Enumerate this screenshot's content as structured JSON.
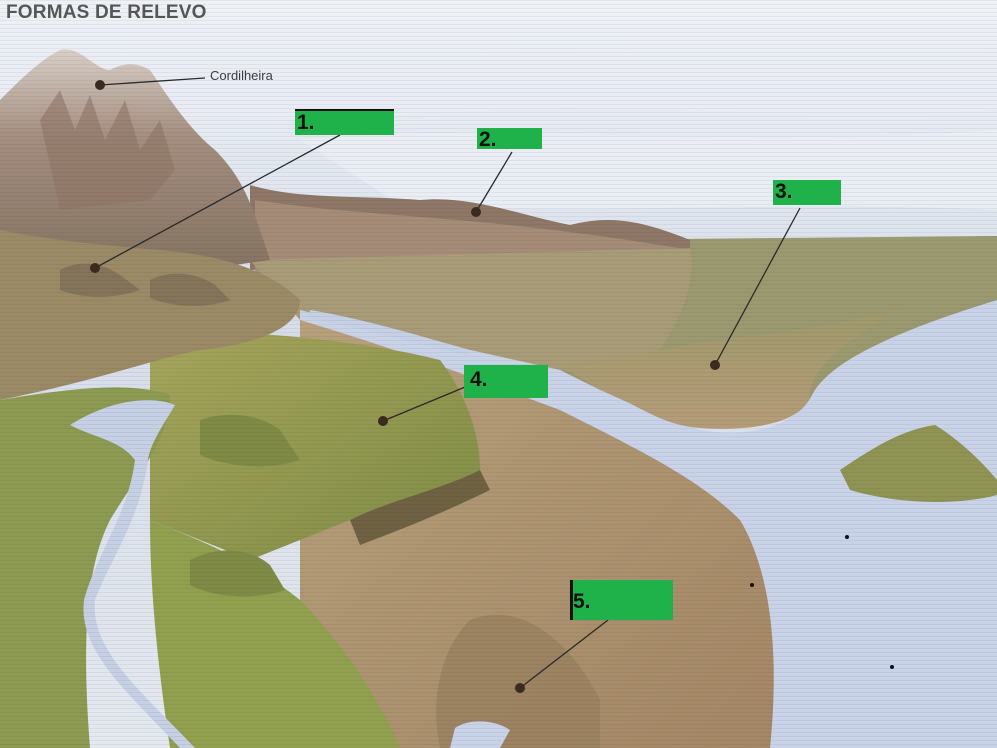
{
  "title": "FORMAS DE RELEVO",
  "reference_label": "Cordilheira",
  "markers": [
    {
      "label": "1."
    },
    {
      "label": "2."
    },
    {
      "label": "3."
    },
    {
      "label": "4."
    },
    {
      "label": "5."
    }
  ],
  "colors": {
    "answer_box": "#1fb24a",
    "sky": "#dfe5ee",
    "sea": "#c9d3e8",
    "plain": "#a9a06d",
    "mountain": "#8f7a6b",
    "grass": "#8e9a4f"
  }
}
